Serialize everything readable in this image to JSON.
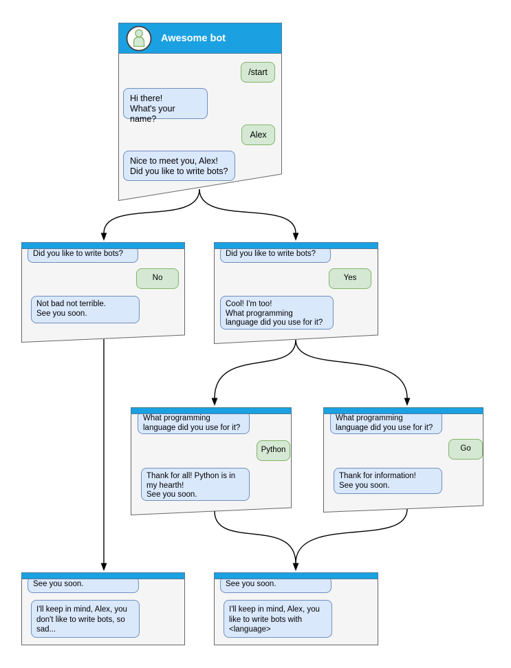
{
  "diagram": {
    "title": "Awesome bot",
    "colors": {
      "header_blue": "#1ba1e2",
      "window_bg": "#f5f5f5",
      "window_border": "#666666",
      "bot_bubble_bg": "#dae8fc",
      "bot_bubble_border": "#6c8ebf",
      "user_bubble_bg": "#d5e8d4",
      "user_bubble_border": "#82b366",
      "arrow_color": "#000000",
      "title_color": "#ffffff"
    },
    "icons": {
      "avatar": "person-icon"
    }
  },
  "windows": {
    "main": {
      "title": "Awesome bot",
      "messages": [
        {
          "from": "user",
          "text": "/start"
        },
        {
          "from": "bot",
          "text": "Hi there!\nWhat's your name?"
        },
        {
          "from": "user",
          "text": "Alex"
        },
        {
          "from": "bot",
          "text": "Nice to meet you, Alex!\nDid you like to write bots?"
        }
      ]
    },
    "no_branch": {
      "messages": [
        {
          "from": "bot",
          "text": "Did you like to write bots?"
        },
        {
          "from": "user",
          "text": "No"
        },
        {
          "from": "bot",
          "text": "Not bad not terrible.\nSee you soon."
        }
      ]
    },
    "yes_branch": {
      "messages": [
        {
          "from": "bot",
          "text": "Did you like to write bots?"
        },
        {
          "from": "user",
          "text": "Yes"
        },
        {
          "from": "bot",
          "text": "Cool! I'm too!\nWhat programming\nlanguage did you use for it?"
        }
      ]
    },
    "python_branch": {
      "messages": [
        {
          "from": "bot",
          "text": "What programming\nlanguage did you use for it?"
        },
        {
          "from": "user",
          "text": "Python"
        },
        {
          "from": "bot",
          "text": "Thank for all! Python is in\nmy hearth!\nSee you soon."
        }
      ]
    },
    "go_branch": {
      "messages": [
        {
          "from": "bot",
          "text": "What programming\nlanguage did you use for it?"
        },
        {
          "from": "user",
          "text": "Go"
        },
        {
          "from": "bot",
          "text": "Thank for information!\nSee you soon."
        }
      ]
    },
    "end_no": {
      "messages": [
        {
          "from": "bot",
          "text": "See you soon."
        },
        {
          "from": "bot",
          "text": "I'll keep in mind, Alex, you\ndon't like to write bots, so\nsad..."
        }
      ]
    },
    "end_yes": {
      "messages": [
        {
          "from": "bot",
          "text": "See you soon."
        },
        {
          "from": "bot",
          "text": "I'll keep in mind, Alex, you\nlike to write bots with\n<language>"
        }
      ]
    }
  },
  "edges": [
    {
      "from": "main",
      "to": "no_branch"
    },
    {
      "from": "main",
      "to": "yes_branch"
    },
    {
      "from": "no_branch",
      "to": "end_no"
    },
    {
      "from": "yes_branch",
      "to": "python_branch"
    },
    {
      "from": "yes_branch",
      "to": "go_branch"
    },
    {
      "from": "python_branch",
      "to": "end_yes"
    },
    {
      "from": "go_branch",
      "to": "end_yes"
    }
  ]
}
